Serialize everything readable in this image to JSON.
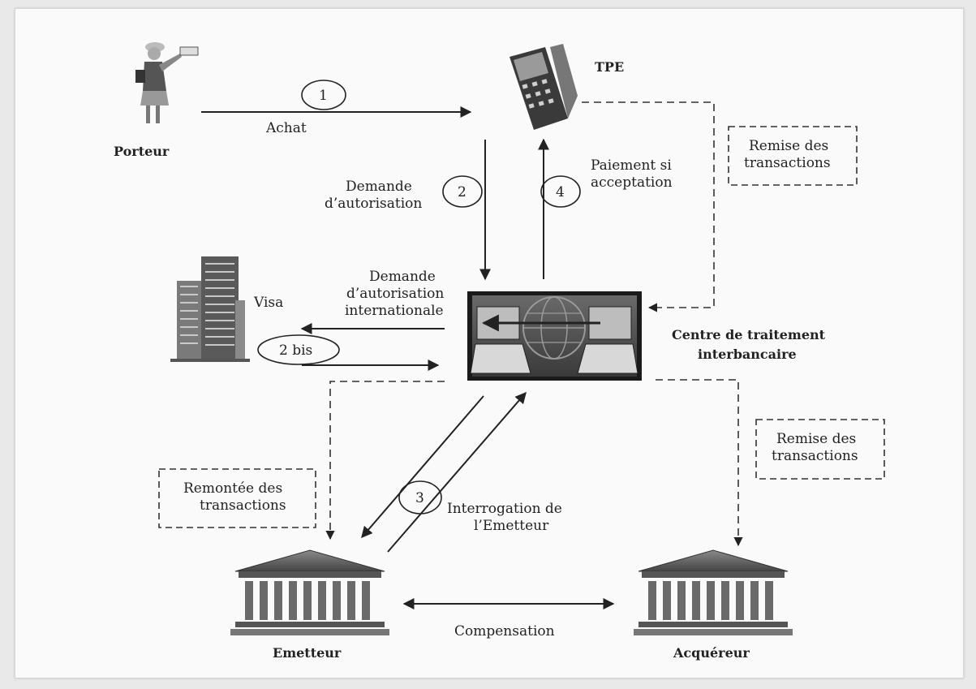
{
  "nodes": {
    "porteur": "Porteur",
    "tpe": "TPE",
    "visa": "Visa",
    "centre_line1": "Centre de traitement",
    "centre_line2": "interbancaire",
    "emetteur": "Emetteur",
    "acquereur": "Acquéreur"
  },
  "steps": {
    "s1": "1",
    "s2": "2",
    "s2bis": "2 bis",
    "s3": "3",
    "s4": "4"
  },
  "labels": {
    "achat": "Achat",
    "demande_line1": "Demande",
    "demande_line2": "d’autorisation",
    "paiement_line1": "Paiement si",
    "paiement_line2": "acceptation",
    "intl_line1": "Demande",
    "intl_line2": "d’autorisation",
    "intl_line3": "internationale",
    "interrogation_line1": "Interrogation de",
    "interrogation_line2": "l’Emetteur",
    "compensation": "Compensation"
  },
  "boxes": {
    "remise_top_line1": "Remise des",
    "remise_top_line2": "transactions",
    "remise_right_line1": "Remise des",
    "remise_right_line2": "transactions",
    "remontee_line1": "Remontée des",
    "remontee_line2": "transactions"
  }
}
